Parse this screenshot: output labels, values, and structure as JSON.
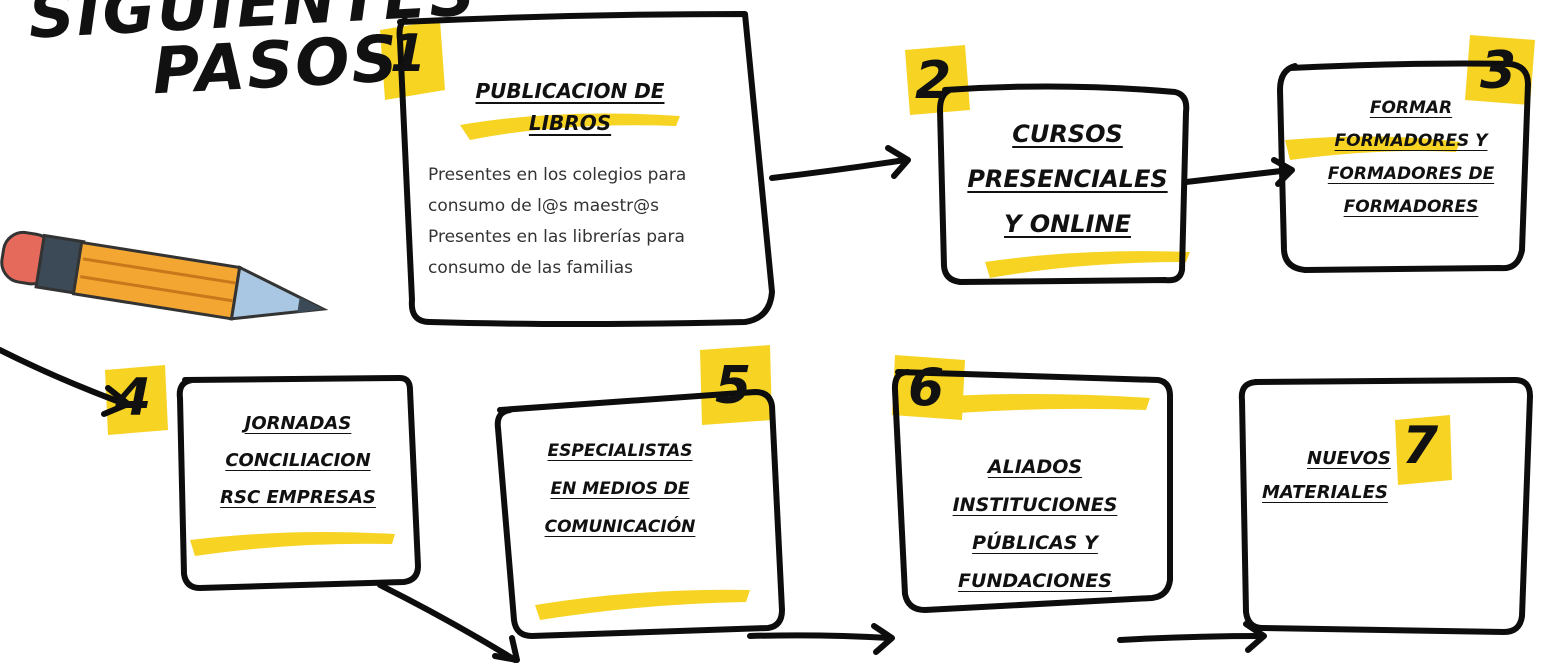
{
  "title": {
    "line1": "SIGUIENTES",
    "line2": "PASOS"
  },
  "accent_color": "#f7d117",
  "steps": [
    {
      "number": "1",
      "lines": [
        "PUBLICACION DE",
        "LIBROS"
      ],
      "description": [
        "Presentes en los colegios para",
        "consumo de l@s maestr@s",
        "Presentes en las librerías para",
        "consumo de las familias"
      ]
    },
    {
      "number": "2",
      "lines": [
        "CURSOS",
        "PRESENCIALES",
        "Y ONLINE"
      ]
    },
    {
      "number": "3",
      "lines": [
        "FORMAR",
        "FORMADORES Y",
        "FORMADORES DE",
        "FORMADORES"
      ]
    },
    {
      "number": "4",
      "lines": [
        "JORNADAS",
        "CONCILIACION",
        "RSC EMPRESAS"
      ]
    },
    {
      "number": "5",
      "lines": [
        "ESPECIALISTAS",
        "EN MEDIOS DE",
        "COMUNICACIÓN"
      ]
    },
    {
      "number": "6",
      "lines": [
        "ALIADOS",
        "INSTITUCIONES",
        "PÚBLICAS Y",
        "FUNDACIONES"
      ]
    },
    {
      "number": "7",
      "lines": [
        "NUEVOS",
        "MATERIALES"
      ]
    }
  ],
  "pencil_icon": "pencil-icon"
}
